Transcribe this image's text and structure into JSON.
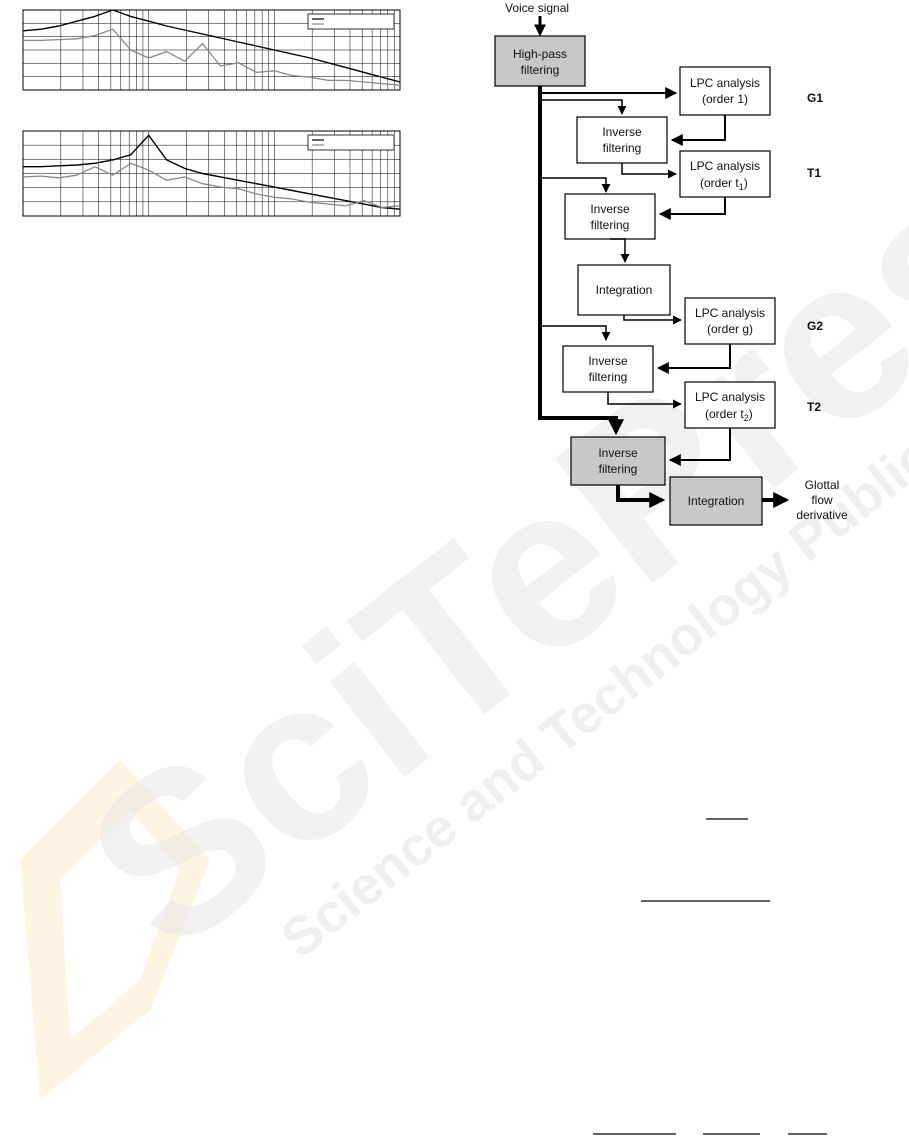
{
  "watermark": {
    "line1": "SciTePress",
    "line2": "Science and Technology Publications"
  },
  "flowchart": {
    "input_label": "Voice signal",
    "highpass": [
      "High-pass",
      "filtering"
    ],
    "lpc_1": [
      "LPC analysis",
      "(order 1)"
    ],
    "lpc_t1": {
      "line1": "LPC analysis",
      "line2_pre": "(order t",
      "line2_sub": "1",
      "line2_post": ")"
    },
    "lpc_g": [
      "LPC analysis",
      "(order g)"
    ],
    "lpc_t2": {
      "line1": "LPC analysis",
      "line2_pre": "(order t",
      "line2_sub": "2",
      "line2_post": ")"
    },
    "inverse_1": [
      "Inverse",
      "filtering"
    ],
    "inverse_2": [
      "Inverse",
      "filtering"
    ],
    "integration_1": "Integration",
    "inverse_3": [
      "Inverse",
      "filtering"
    ],
    "inverse_final": [
      "Inverse",
      "filtering"
    ],
    "integration_final": "Integration",
    "output": [
      "Glottal",
      "flow",
      "derivative"
    ],
    "stage_labels": {
      "g1": "G1",
      "t1": "T1",
      "g2": "G2",
      "t2": "T2"
    }
  },
  "chart_data": [
    {
      "type": "line",
      "xscale": "log",
      "grid": true,
      "legend": "top-right",
      "series": [
        {
          "color": "#000000",
          "values": [
            0.74,
            0.76,
            0.8,
            0.86,
            0.92,
            1.0,
            0.92,
            0.86,
            0.8,
            0.75,
            0.7,
            0.65,
            0.6,
            0.55,
            0.5,
            0.45,
            0.4,
            0.34,
            0.28,
            0.22,
            0.16,
            0.1
          ]
        },
        {
          "color": "#888888",
          "values": [
            0.62,
            0.62,
            0.63,
            0.64,
            0.68,
            0.76,
            0.5,
            0.4,
            0.48,
            0.36,
            0.58,
            0.3,
            0.34,
            0.22,
            0.24,
            0.18,
            0.16,
            0.12,
            0.12,
            0.1,
            0.08,
            0.06
          ]
        }
      ]
    },
    {
      "type": "line",
      "xscale": "log",
      "grid": true,
      "legend": "top-right",
      "series": [
        {
          "color": "#000000",
          "values": [
            0.58,
            0.58,
            0.59,
            0.6,
            0.62,
            0.66,
            0.72,
            0.95,
            0.66,
            0.56,
            0.5,
            0.46,
            0.42,
            0.38,
            0.34,
            0.3,
            0.26,
            0.22,
            0.18,
            0.14,
            0.1,
            0.08
          ]
        },
        {
          "color": "#888888",
          "values": [
            0.46,
            0.47,
            0.45,
            0.48,
            0.58,
            0.48,
            0.62,
            0.54,
            0.42,
            0.46,
            0.38,
            0.34,
            0.32,
            0.26,
            0.22,
            0.2,
            0.16,
            0.14,
            0.12,
            0.18,
            0.1,
            0.12
          ]
        }
      ]
    }
  ]
}
